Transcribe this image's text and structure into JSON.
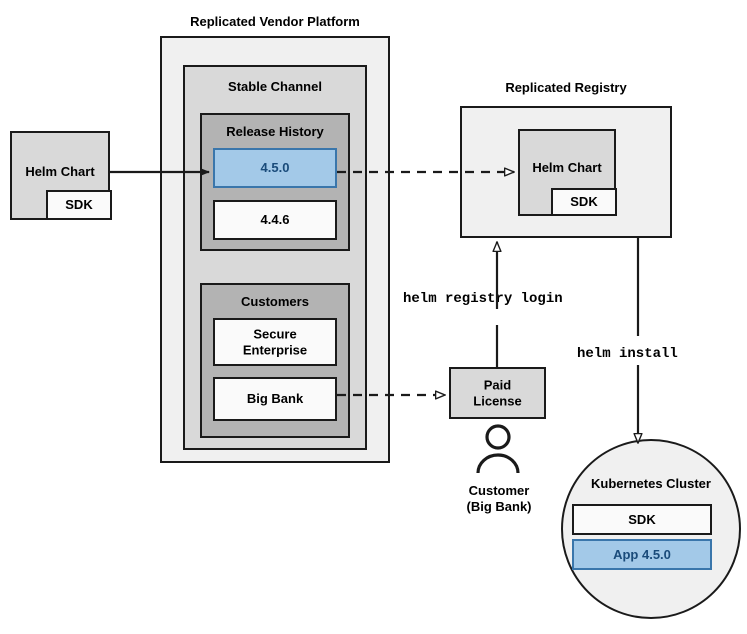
{
  "diagram": {
    "title_vendor_platform": "Replicated Vendor Platform",
    "title_registry": "Replicated Registry",
    "stable_channel": "Stable Channel",
    "release_history": "Release History",
    "customers": "Customers",
    "release_versions": [
      {
        "label": "4.5.0",
        "highlighted": true
      },
      {
        "label": "4.4.6",
        "highlighted": false
      }
    ],
    "customer_items": [
      {
        "label": "Secure\nEnterprise"
      },
      {
        "label": "Big Bank"
      }
    ],
    "source_chart": {
      "label": "Helm Chart",
      "sdk_label": "SDK"
    },
    "registry_chart": {
      "label": "Helm Chart",
      "sdk_label": "SDK"
    },
    "paid_license": "Paid\nLicense",
    "customer_person": "Customer\n(Big Bank)",
    "commands": {
      "registry_login": "helm registry login",
      "install": "helm install"
    },
    "cluster": {
      "title": "Kubernetes Cluster",
      "items": [
        {
          "label": "SDK",
          "highlighted": false
        },
        {
          "label": "App 4.5.0",
          "highlighted": true
        }
      ]
    },
    "colors": {
      "accent_blue_fill": "#a3c9e8",
      "accent_blue_border": "#3a76ab",
      "accent_blue_text": "#1a4b7a",
      "stroke": "#1a1a1a",
      "fill_lightest": "#f0f0f0",
      "fill_light": "#d9d9d9",
      "fill_mid": "#b3b3b3",
      "fill_white": "#fafafa"
    }
  }
}
